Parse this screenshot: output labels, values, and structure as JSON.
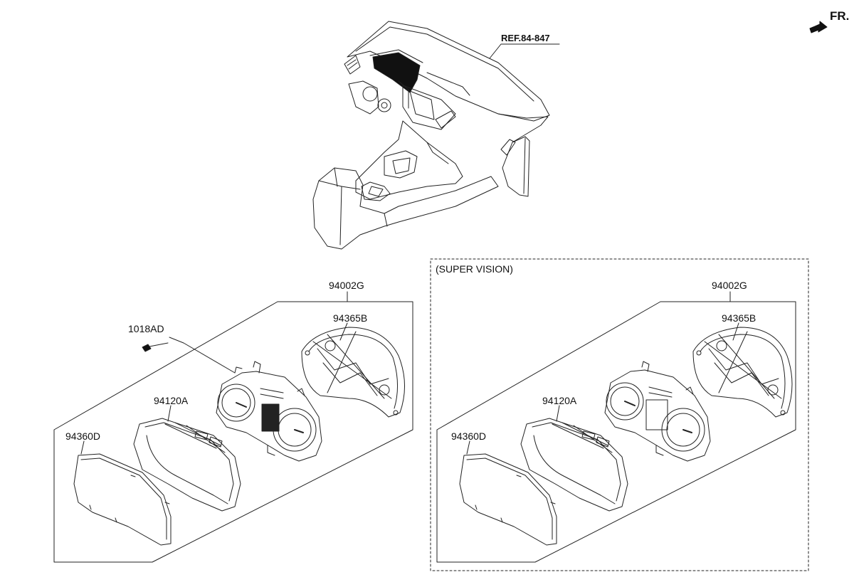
{
  "orientation": {
    "label": "FR.",
    "icon": "front-arrow-icon"
  },
  "reference": {
    "label": "REF.84-847"
  },
  "standard_assembly": {
    "assembly_no": "94002G",
    "bolt_no": "1018AD",
    "rear_case_no": "94365B",
    "front_case_no": "94120A",
    "window_no": "94360D"
  },
  "super_vision_assembly": {
    "title": "(SUPER VISION)",
    "assembly_no": "94002G",
    "rear_case_no": "94365B",
    "front_case_no": "94120A",
    "window_no": "94360D"
  }
}
